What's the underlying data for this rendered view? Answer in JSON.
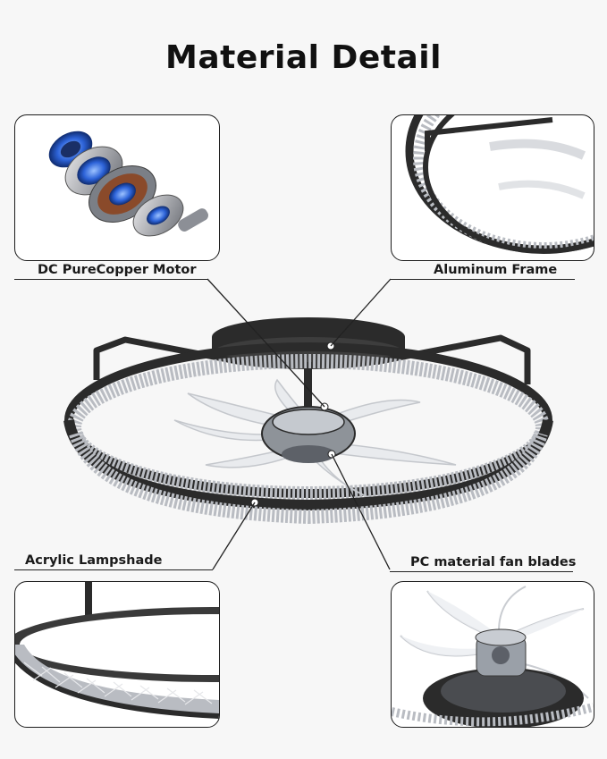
{
  "title": "Material Detail",
  "labels": {
    "motor": "DC PureCopper Motor",
    "frame": "Aluminum Frame",
    "lampshade": "Acrylic Lampshade",
    "blades": "PC material fan blades"
  },
  "colors": {
    "frame": "#2b2b2b",
    "motor_blue": "#2d63d8",
    "copper": "#8a4a2a",
    "crystal": "#b9bcc2"
  }
}
